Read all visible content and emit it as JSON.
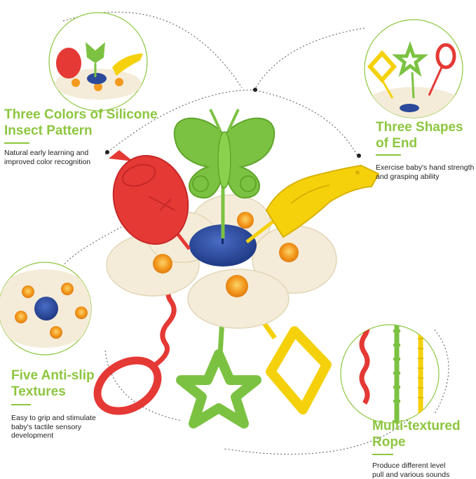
{
  "features": [
    {
      "id": "insect",
      "title_lines": [
        "Three Colors of Silicone",
        "Insect Pattern"
      ],
      "desc_lines": [
        "Natural early learning and",
        "improved color recognition"
      ]
    },
    {
      "id": "end",
      "title_lines": [
        "Three Shapes",
        "of End"
      ],
      "desc_lines": [
        "Exercise baby's hand strength",
        "and grasping ability"
      ]
    },
    {
      "id": "anti",
      "title_lines": [
        "Five Anti-slip",
        "Textures"
      ],
      "desc_lines": [
        "Easy to grip and stimulate",
        "baby's tactile sensory",
        "development"
      ]
    },
    {
      "id": "rope",
      "title_lines": [
        "Multi-textured",
        "Rope"
      ],
      "desc_lines": [
        "Produce different level",
        "pull and various sounds"
      ]
    }
  ],
  "icons": {
    "ladybug": "ladybug-icon",
    "butterfly": "butterfly-icon",
    "caterpillar": "caterpillar-icon",
    "star": "star-ring-icon",
    "diamond": "diamond-ring-icon",
    "oval": "oval-ring-icon"
  },
  "colors": {
    "accent": "#8dc63f",
    "red": "#e53935",
    "green": "#7cc242",
    "yellow": "#f5d10c",
    "cream": "#f4ecd8",
    "blue": "#2b4a9b",
    "orange": "#f39a1e"
  }
}
